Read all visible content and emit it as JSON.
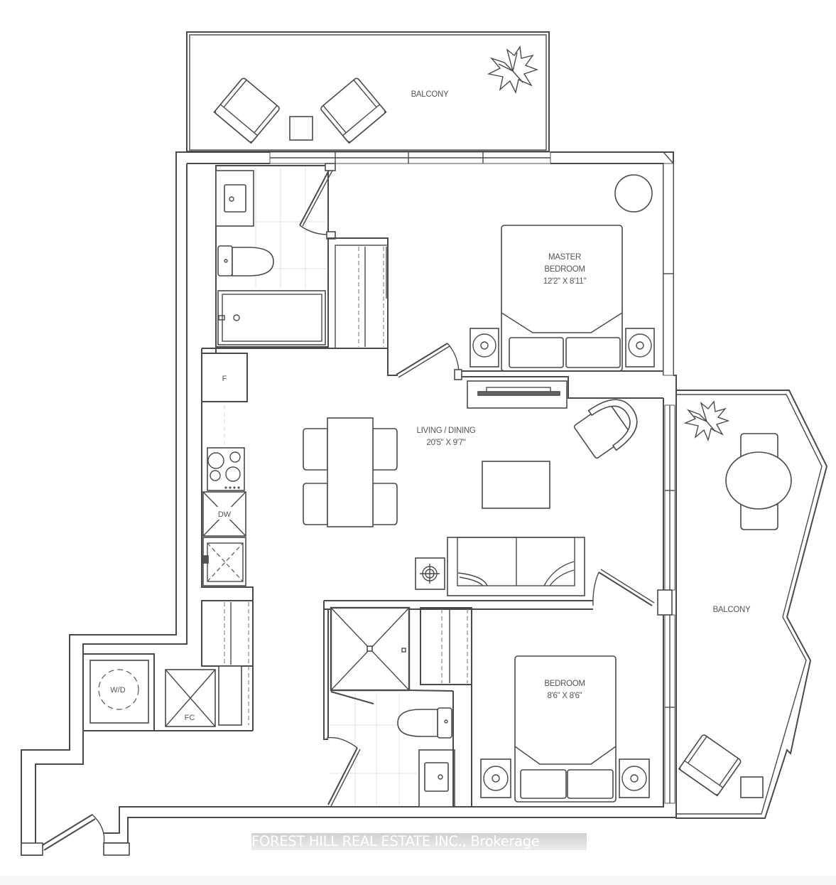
{
  "floorplan": {
    "rooms": {
      "balcony_top": {
        "label": "BALCONY"
      },
      "master_bedroom": {
        "label": "MASTER",
        "label2": "BEDROOM",
        "dimensions": "12'2\" X 8'11\""
      },
      "living_dining": {
        "label": "LIVING / DINING",
        "dimensions": "20'5\" X 9'7\""
      },
      "bedroom": {
        "label": "BEDROOM",
        "dimensions": "8'6\" X 8'6\""
      },
      "balcony_right": {
        "label": "BALCONY"
      }
    },
    "fixtures": {
      "fridge": "F",
      "dishwasher": "DW",
      "washer_dryer": "W/D",
      "closet": "FC"
    },
    "icons": [
      "plant-icon",
      "armchair-icon",
      "side-table-icon",
      "sink-icon",
      "toilet-icon",
      "bathtub-icon",
      "shower-icon",
      "stove-icon",
      "bed-icon",
      "nightstand-icon",
      "sofa-icon",
      "dining-table-icon",
      "tv-console-icon",
      "round-table-icon",
      "lamp-icon",
      "door-swing-icon"
    ]
  },
  "watermark": {
    "text": "FOREST HILL REAL ESTATE INC., Brokerage"
  },
  "colors": {
    "line": "#4a4a4a",
    "label": "#555555",
    "background": "#ffffff",
    "watermark_text": "#ffffff"
  }
}
